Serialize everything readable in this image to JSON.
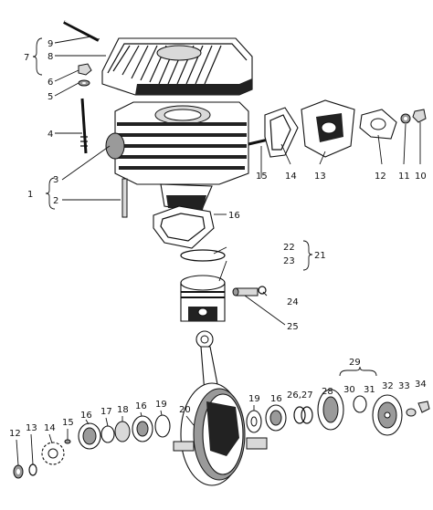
{
  "callouts": {
    "c1": "1",
    "c2": "2",
    "c3": "3",
    "c4": "4",
    "c5": "5",
    "c6": "6",
    "c7": "7",
    "c8": "8",
    "c9": "9",
    "c10": "10",
    "c11": "11",
    "c12": "12",
    "c13": "13",
    "c14": "14",
    "c15": "15",
    "c16": "16",
    "c21": "21",
    "c22": "22",
    "c23": "23",
    "c24": "24",
    "c25": "25",
    "b12": "12",
    "b13": "13",
    "b14": "14",
    "b15": "15",
    "b16a": "16",
    "b17": "17",
    "b18": "18",
    "b16b": "16",
    "b19a": "19",
    "b20": "20",
    "b19b": "19",
    "b16c": "16",
    "b2627": "26,27",
    "b28": "28",
    "b29": "29",
    "b30": "30",
    "b31": "31",
    "b32": "32",
    "b33": "33",
    "b34": "34"
  }
}
